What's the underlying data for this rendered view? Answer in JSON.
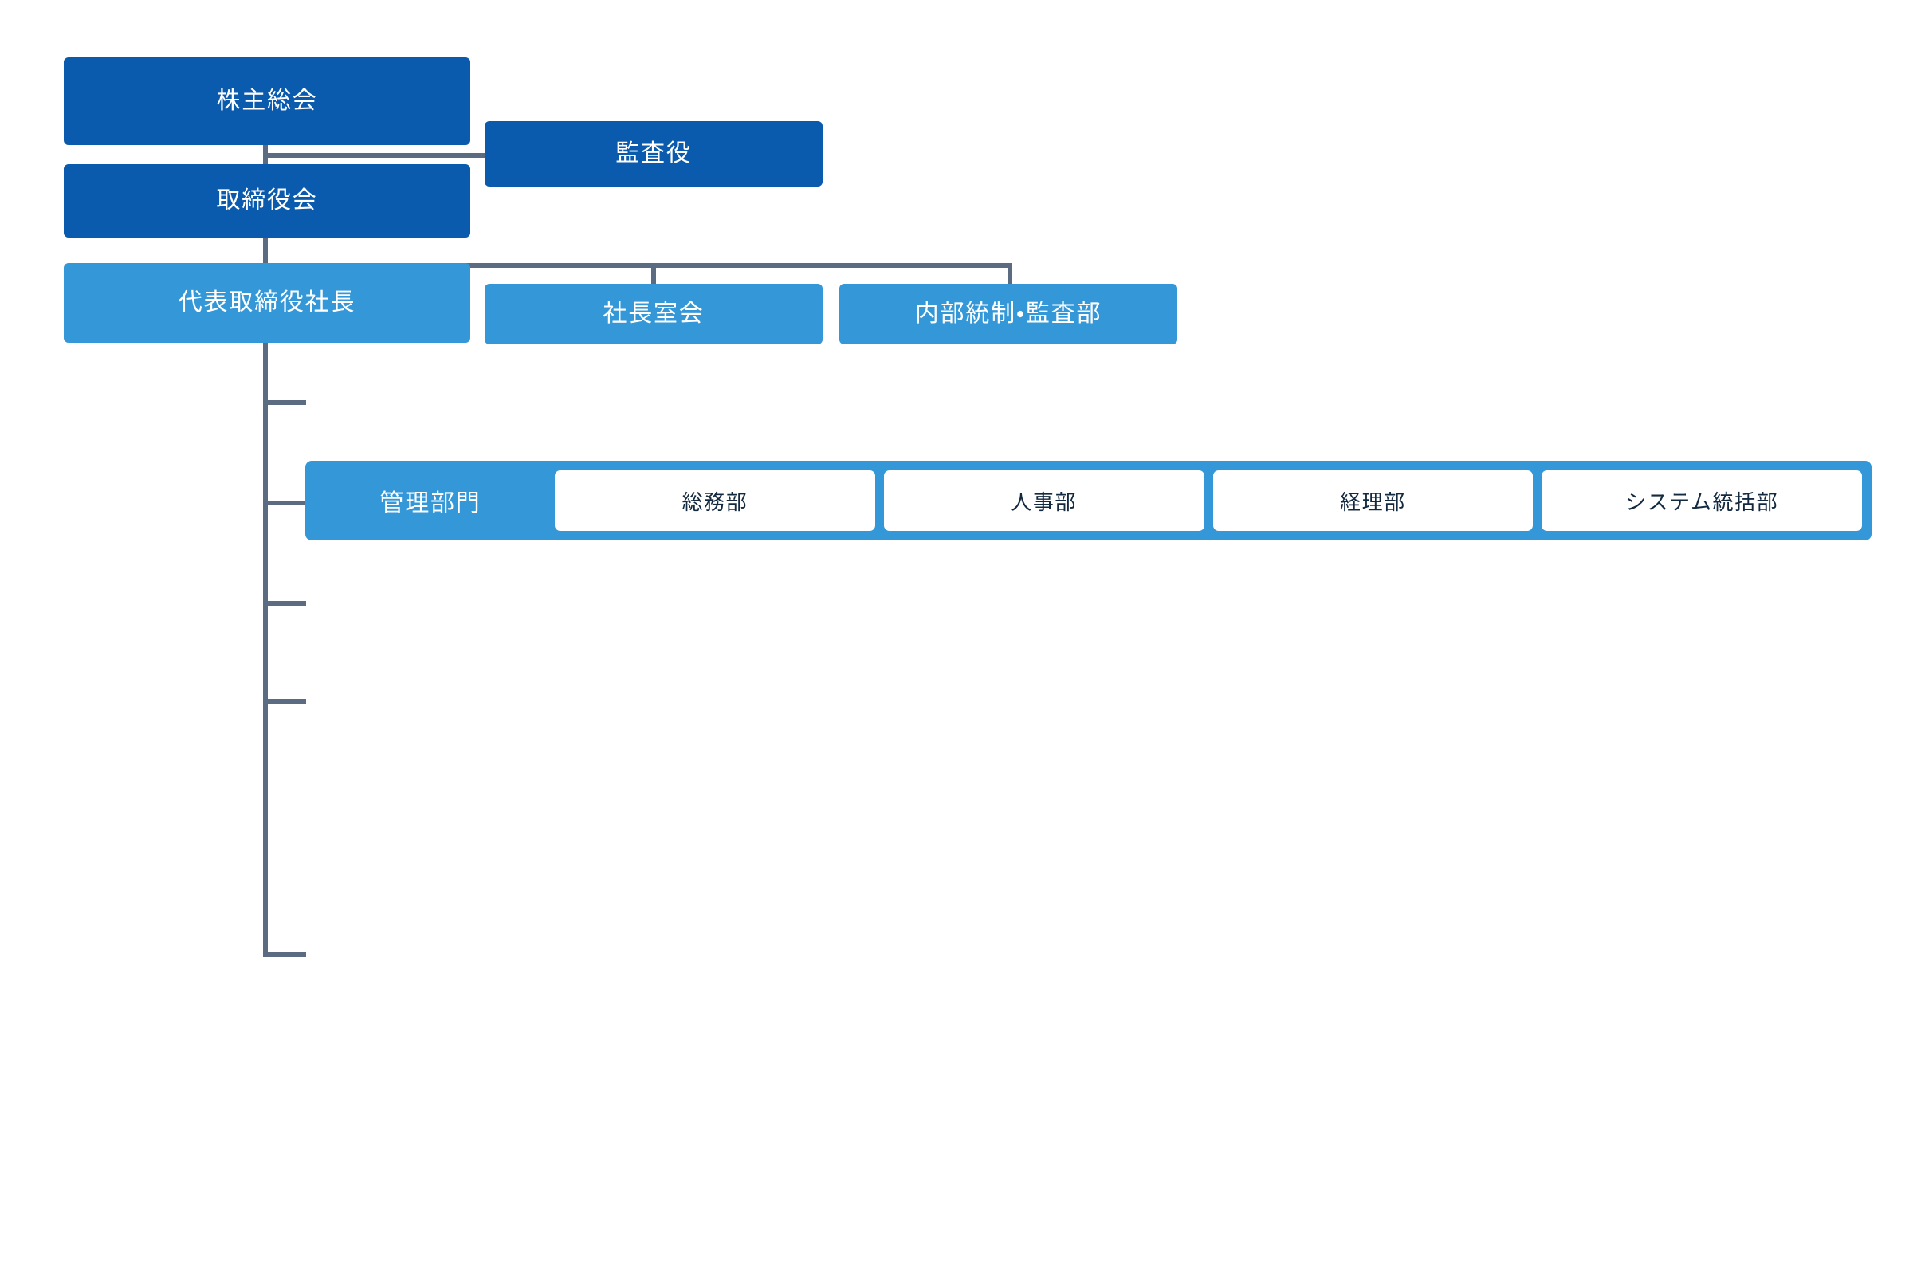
{
  "theme": {
    "dark_blue": "#0a5aad",
    "light_blue": "#3498d8",
    "unit_bg": "#ffffff",
    "unit_text": "#13293f",
    "connector": "#5a6b82",
    "page_bg": "#ffffff"
  },
  "org_chart": {
    "governance": {
      "shareholders_meeting": "株主総会",
      "board_of_directors": "取締役会",
      "auditor": "監査役"
    },
    "executive": {
      "president": "代表取締役社長",
      "presidents_office_committee": "社長室会",
      "internal_control_audit": "内部統制・監査部"
    },
    "divisions": [
      {
        "label": "管理部門",
        "units": [
          "総務部",
          "人事部",
          "経理部",
          "システム統括部"
        ]
      }
    ]
  }
}
